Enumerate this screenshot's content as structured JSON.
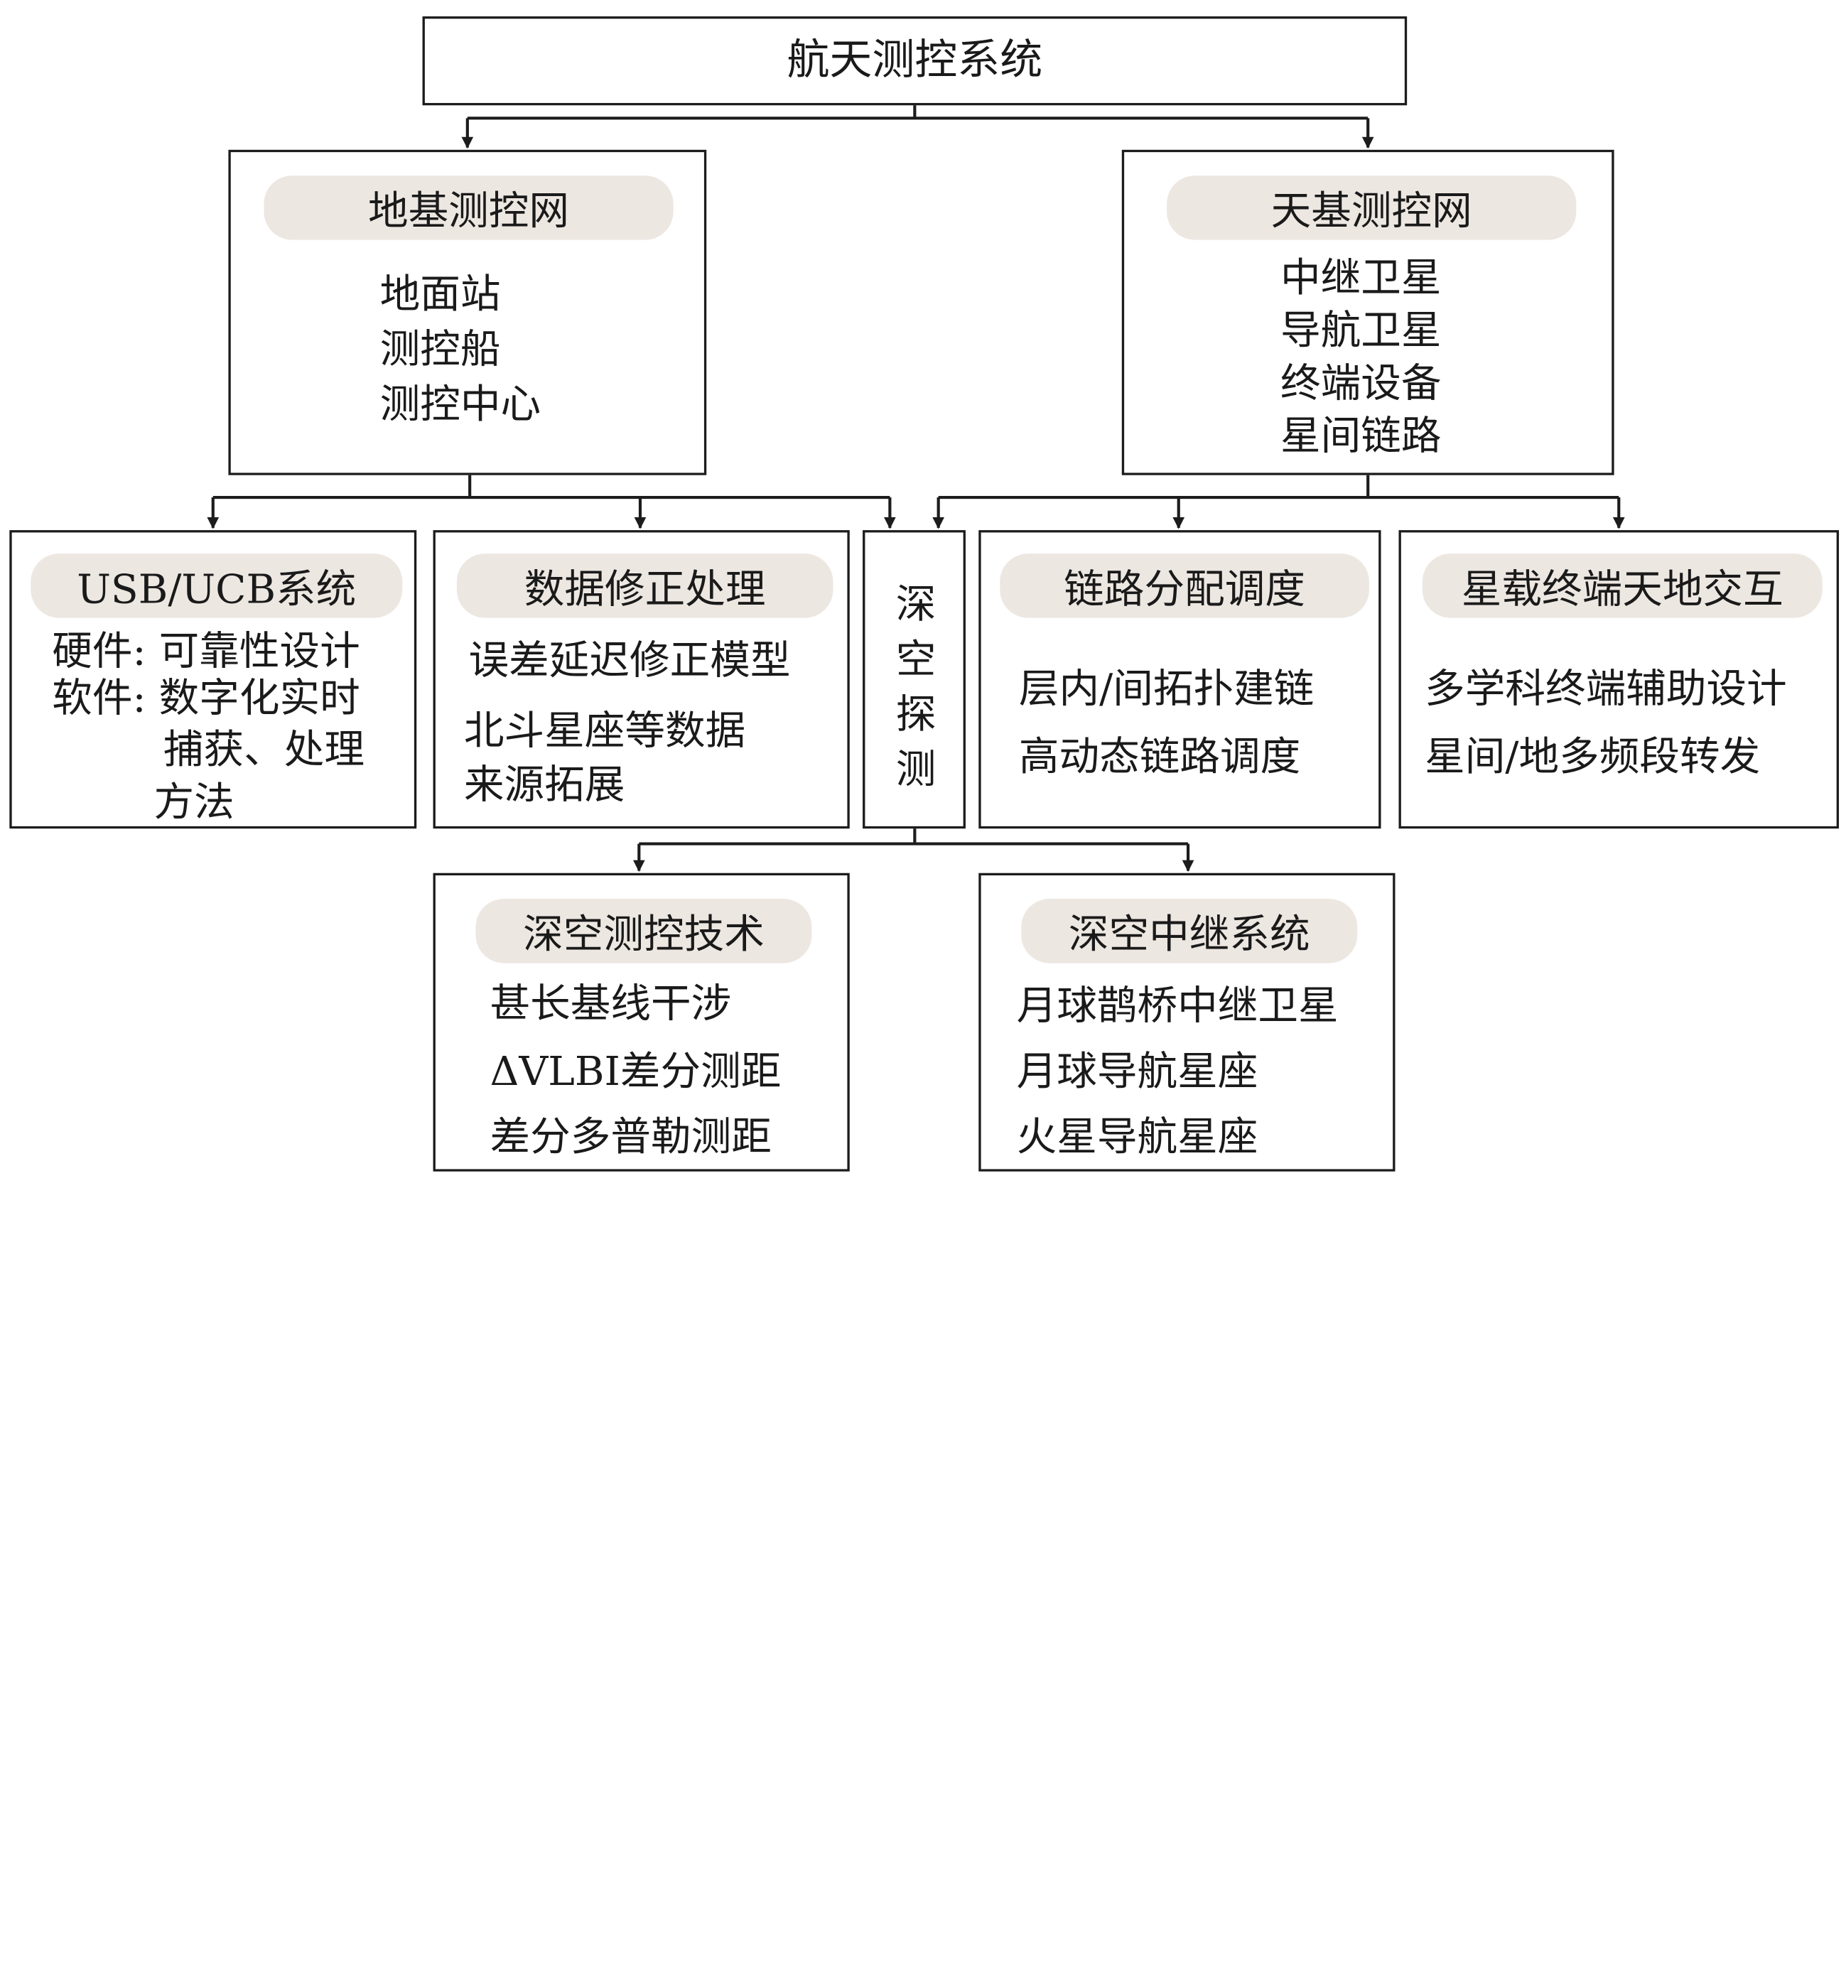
{
  "colors": {
    "line": "#1c1c1c",
    "pill_fill": "#ede7e2",
    "text": "#1a1a1a"
  },
  "root": {
    "title": "航天测控系统"
  },
  "ground_network": {
    "title": "地基测控网",
    "items": [
      "地面站",
      "测控船",
      "测控中心"
    ]
  },
  "space_network": {
    "title": "天基测控网",
    "items": [
      "中继卫星",
      "导航卫星",
      "终端设备",
      "星间链路"
    ]
  },
  "usb_system": {
    "title": "USB/UCB系统",
    "lines": [
      "硬件: 可靠性设计",
      "软件: 数字化实时",
      "捕获、处理",
      "方法"
    ]
  },
  "data_correction": {
    "title": "数据修正处理",
    "lines": [
      "误差延迟修正模型",
      "北斗星座等数据",
      "来源拓展"
    ]
  },
  "deep_space": {
    "chars": [
      "深",
      "空",
      "探",
      "测"
    ]
  },
  "link_allocation": {
    "title": "链路分配调度",
    "lines": [
      "层内/间拓扑建链",
      "高动态链路调度"
    ]
  },
  "onboard_terminal": {
    "title": "星载终端天地交互",
    "lines": [
      "多学科终端辅助设计",
      "星间/地多频段转发"
    ]
  },
  "deep_space_tt_c": {
    "title": "深空测控技术",
    "lines": [
      "甚长基线干涉",
      "ΔVLBI差分测距",
      "差分多普勒测距"
    ]
  },
  "deep_space_relay": {
    "title": "深空中继系统",
    "lines": [
      "月球鹊桥中继卫星",
      "月球导航星座",
      "火星导航星座"
    ]
  }
}
